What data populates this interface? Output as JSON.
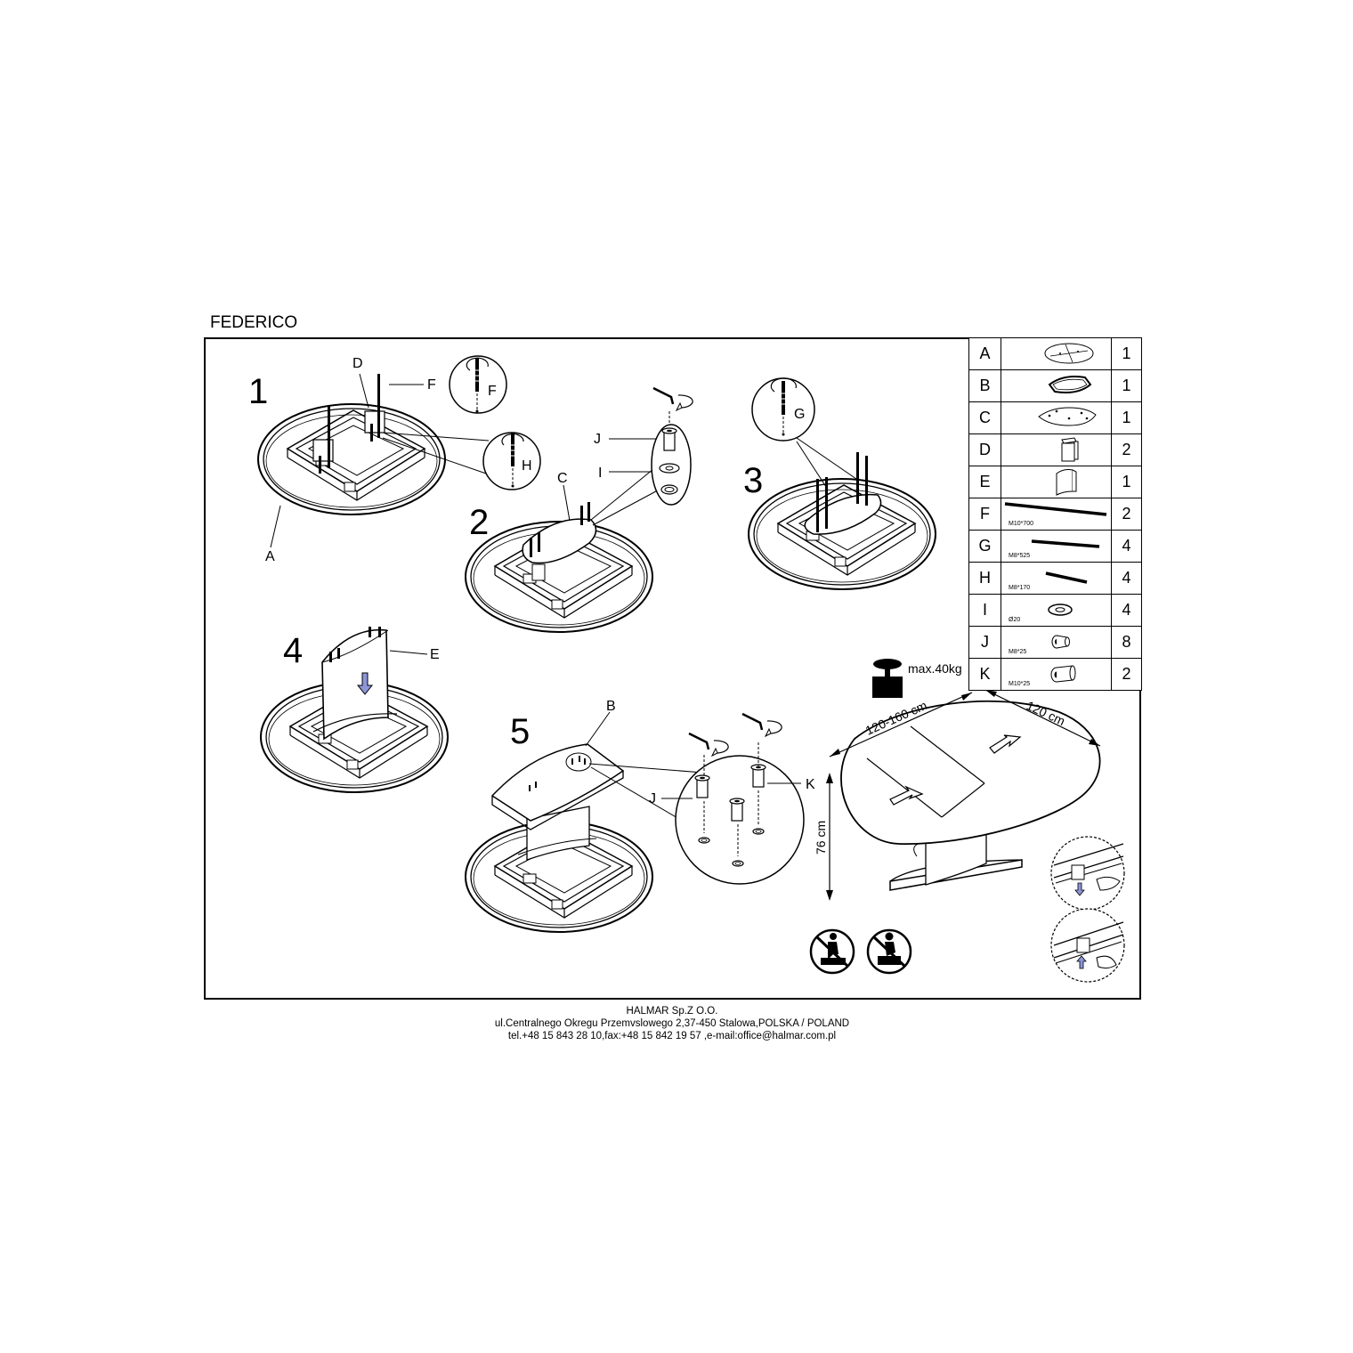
{
  "title": "FEDERICO",
  "steps": [
    "1",
    "2",
    "3",
    "4",
    "5"
  ],
  "callouts": {
    "A": "A",
    "B": "B",
    "C": "C",
    "D": "D",
    "E": "E",
    "F": "F",
    "G": "G",
    "H": "H",
    "I": "I",
    "J": "J",
    "K": "K"
  },
  "dimensions": {
    "length": "120-160 cm",
    "width": "120 cm",
    "height": "76 cm",
    "max_load": "max.40kg"
  },
  "parts": [
    {
      "letter": "A",
      "spec": "",
      "qty": "1",
      "icon": "table-top-icon"
    },
    {
      "letter": "B",
      "spec": "",
      "qty": "1",
      "icon": "top-plate-icon"
    },
    {
      "letter": "C",
      "spec": "",
      "qty": "1",
      "icon": "bottom-plate-icon"
    },
    {
      "letter": "D",
      "spec": "",
      "qty": "2",
      "icon": "bracket-icon"
    },
    {
      "letter": "E",
      "spec": "",
      "qty": "1",
      "icon": "column-icon"
    },
    {
      "letter": "F",
      "spec": "M10*700",
      "qty": "2",
      "icon": "long-rod-icon"
    },
    {
      "letter": "G",
      "spec": "M8*525",
      "qty": "4",
      "icon": "rod-icon"
    },
    {
      "letter": "H",
      "spec": "M8*170",
      "qty": "4",
      "icon": "short-rod-icon"
    },
    {
      "letter": "I",
      "spec": "Ø20",
      "qty": "4",
      "icon": "washer-icon"
    },
    {
      "letter": "J",
      "spec": "M8*25",
      "qty": "8",
      "icon": "bolt-icon"
    },
    {
      "letter": "K",
      "spec": "M10*25",
      "qty": "2",
      "icon": "large-bolt-icon"
    }
  ],
  "footer": {
    "company": "HALMAR Sp.Z O.O.",
    "address": "ul.Centralnego Okregu Przemvslowego 2,37-450 Stalowa,POLSKA / POLAND",
    "contact": "tel.+48 15 843 28 10,fax:+48 15 842 19 57 ,e-mail:office@halmar.com.pl"
  }
}
